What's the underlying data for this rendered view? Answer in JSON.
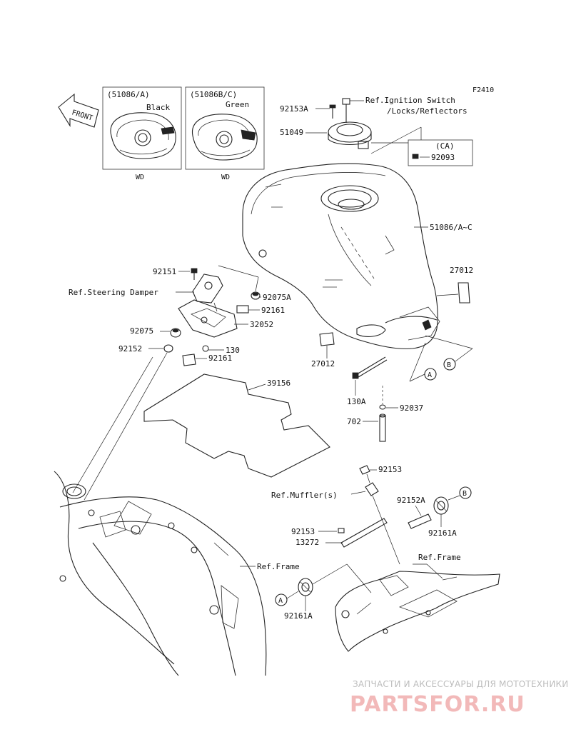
{
  "figure_code": "F2410",
  "front_label": "FRONT",
  "variants": [
    {
      "code": "(51086/A)",
      "color": "Black",
      "caption": "WD"
    },
    {
      "code": "(51086B/C)",
      "color": "Green",
      "caption": "WD"
    }
  ],
  "callouts": {
    "c92153A": "92153A",
    "ref_ignition_1": "Ref.Ignition Switch",
    "ref_ignition_2": "/Locks/Reflectors",
    "c51049": "51049",
    "ca": "(CA)",
    "c92093": "92093",
    "c51086": "51086/A~C",
    "c27012a": "27012",
    "c27012b": "27012",
    "c92151": "92151",
    "ref_steering": "Ref.Steering Damper",
    "c92075A": "92075A",
    "c92161a": "92161",
    "c32052": "32052",
    "c92075": "92075",
    "c92152": "92152",
    "c130": "130",
    "c92161b": "92161",
    "c39156": "39156",
    "c130A": "130A",
    "c92037": "92037",
    "c702": "702",
    "c92153a": "92153",
    "ref_muffler": "Ref.Muffler(s)",
    "c92152A": "92152A",
    "c92161Aa": "92161A",
    "c92153b": "92153",
    "c13272": "13272",
    "ref_frame_a": "Ref.Frame",
    "ref_frame_b": "Ref.Frame",
    "c92161Ab": "92161A"
  },
  "markers": {
    "a1": "A",
    "b1": "B",
    "a2": "A",
    "b2": "B"
  },
  "watermark": {
    "tagline": "ЗАПЧАСТИ И АКСЕССУАРЫ ДЛЯ МОТОТЕХНИКИ",
    "logo": "PARTSFOR.RU"
  }
}
